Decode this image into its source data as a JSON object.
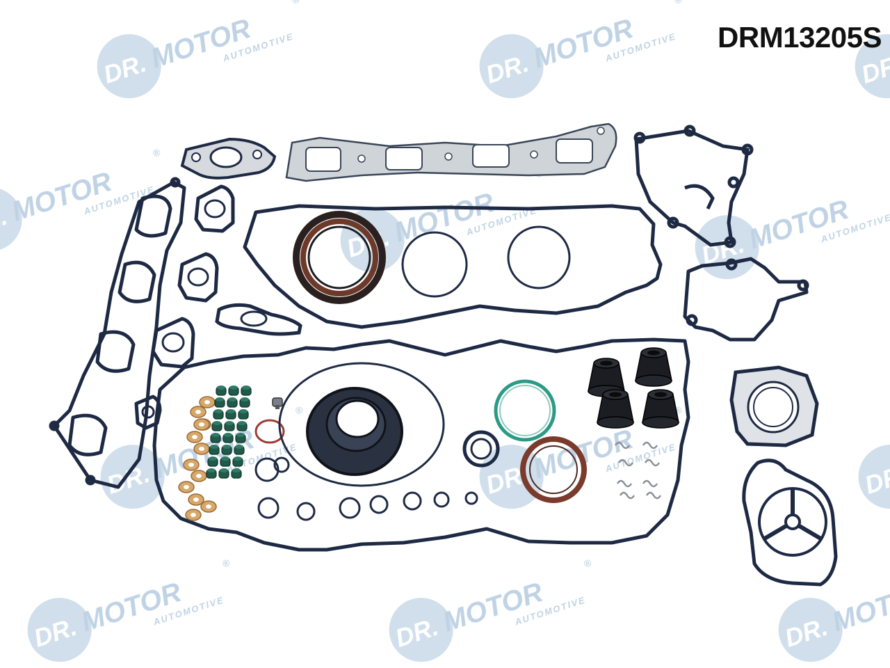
{
  "product": {
    "part_number": "DRM13205S"
  },
  "watermark": {
    "brand_prefix": "DR.",
    "brand": "MOTOR",
    "tagline": "AUTOMOTIVE",
    "reg_mark": "®",
    "color": "#b9cfe2"
  },
  "colors": {
    "gasket_dark": "#1e2a44",
    "gasket_light": "#c8cdd4",
    "green_ring": "#2c9a86",
    "brown_ring": "#7a3a2c",
    "copper_washer": "#d7a86a",
    "valve_seal": "#1f5a4a",
    "rubber_black": "#1b1d22"
  }
}
